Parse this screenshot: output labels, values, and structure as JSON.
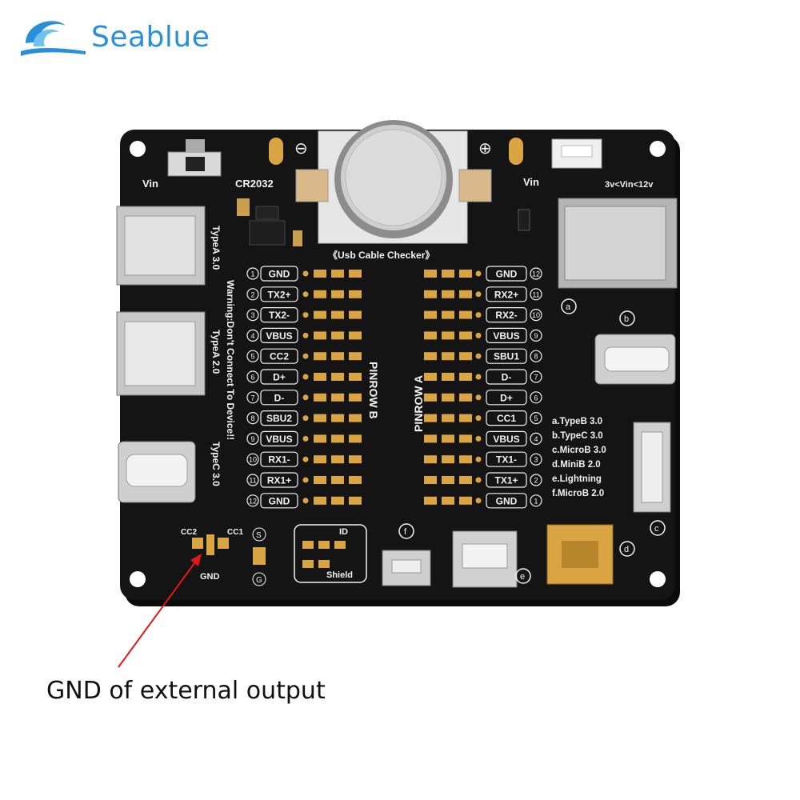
{
  "brand": {
    "name": "Seablue"
  },
  "caption": "GND of external output",
  "board": {
    "top_left_label": "Vin",
    "battery_label": "CR2032",
    "minus_symbol": "⊖",
    "plus_symbol": "⊕",
    "vin_right_label": "Vin",
    "vin_range_label": "3v<Vin<12v",
    "checker_title": "《Usb Cable Checker》",
    "pinrow_a": "PINROW A",
    "pinrow_b": "PINROW B",
    "left_port_labels": [
      "TypeA 3.0",
      "Warning:Don't Connect To Device!!",
      "TypeA 2.0",
      "TypeC 3.0"
    ],
    "left_pins": [
      {
        "num": "1",
        "label": "GND"
      },
      {
        "num": "2",
        "label": "TX2+"
      },
      {
        "num": "3",
        "label": "TX2-"
      },
      {
        "num": "4",
        "label": "VBUS"
      },
      {
        "num": "5",
        "label": "CC2"
      },
      {
        "num": "6",
        "label": "D+"
      },
      {
        "num": "7",
        "label": "D-"
      },
      {
        "num": "8",
        "label": "SBU2"
      },
      {
        "num": "9",
        "label": "VBUS"
      },
      {
        "num": "10",
        "label": "RX1-"
      },
      {
        "num": "11",
        "label": "RX1+"
      },
      {
        "num": "12",
        "label": "GND"
      }
    ],
    "right_pins": [
      {
        "num": "12",
        "label": "GND"
      },
      {
        "num": "11",
        "label": "RX2+"
      },
      {
        "num": "10",
        "label": "RX2-"
      },
      {
        "num": "9",
        "label": "VBUS"
      },
      {
        "num": "8",
        "label": "SBU1"
      },
      {
        "num": "7",
        "label": "D-"
      },
      {
        "num": "6",
        "label": "D+"
      },
      {
        "num": "5",
        "label": "CC1"
      },
      {
        "num": "4",
        "label": "VBUS"
      },
      {
        "num": "3",
        "label": "TX1-"
      },
      {
        "num": "2",
        "label": "TX1+"
      },
      {
        "num": "1",
        "label": "GND"
      }
    ],
    "legend": [
      "a.TypeB 3.0",
      "b.TypeC 3.0",
      "c.MicroB 3.0",
      "d.MiniB 2.0",
      "e.Lightning",
      "f.MicroB 2.0"
    ],
    "port_markers": {
      "a": "a",
      "b": "b",
      "c": "c",
      "d": "d",
      "e": "e",
      "f": "f"
    },
    "cc_labels": {
      "cc2": "CC2",
      "cc1": "CC1",
      "gnd": "GND",
      "s": "S",
      "g": "G"
    },
    "id_label": "ID",
    "shield_label": "Shield"
  },
  "colors": {
    "brand_blue": "#2a8fd9",
    "pcb": "#141414",
    "silkscreen": "#f2f2f2",
    "gold": "#d9a441",
    "arrow": "#e01818"
  }
}
